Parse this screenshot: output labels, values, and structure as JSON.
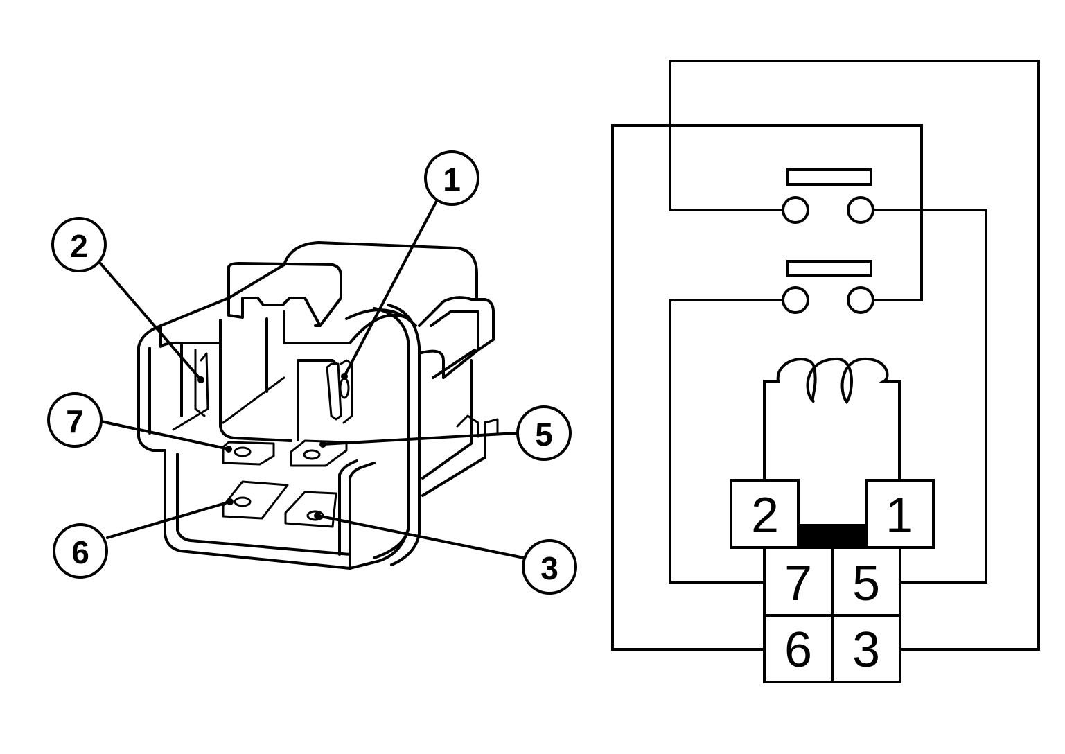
{
  "relay_illustration": {
    "callouts": [
      {
        "id": "1",
        "label": "1"
      },
      {
        "id": "2",
        "label": "2"
      },
      {
        "id": "3",
        "label": "3"
      },
      {
        "id": "5",
        "label": "5"
      },
      {
        "id": "6",
        "label": "6"
      },
      {
        "id": "7",
        "label": "7"
      }
    ]
  },
  "schematic": {
    "coil_pins": {
      "left": "2",
      "right": "1"
    },
    "connector_pins": {
      "top_left": "7",
      "top_right": "5",
      "bottom_left": "6",
      "bottom_right": "3"
    }
  }
}
